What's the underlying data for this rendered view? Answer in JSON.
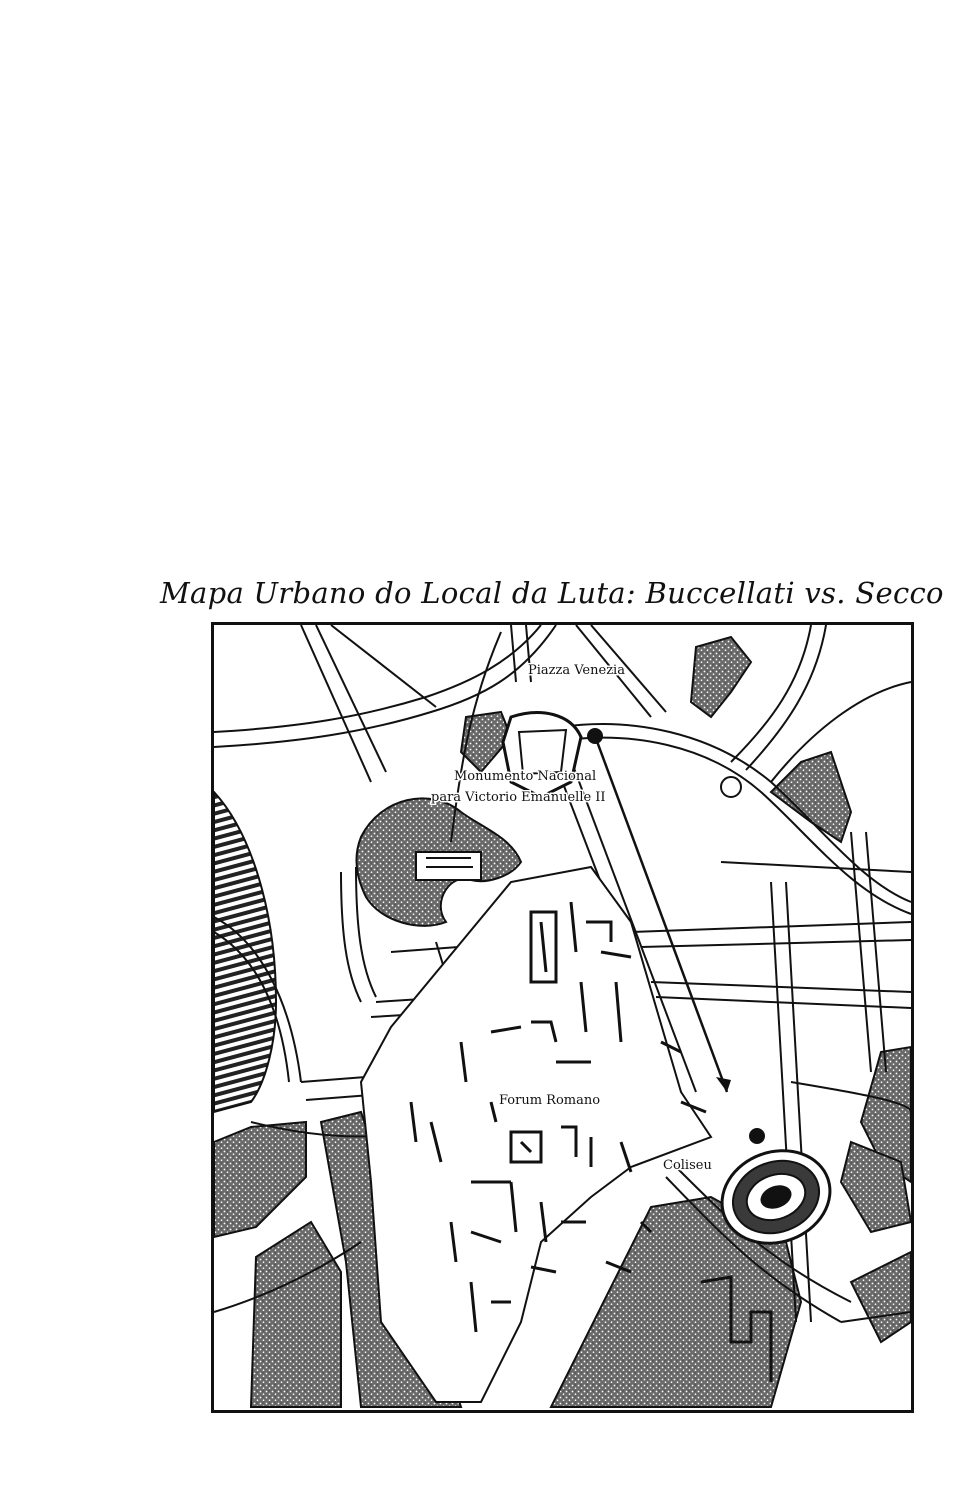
{
  "title": "Mapa Urbano do Local da Luta: Buccellati vs. Secco",
  "labels": {
    "piazza_venezia": "Piazza Venezia",
    "monumento_line1": "Monumento Nacional",
    "monumento_line2": "para Victorio Emanuelle II",
    "forum_romano": "Forum Romano",
    "coliseu": "Coliseu"
  },
  "colors": {
    "ink": "#111111",
    "paper": "#ffffff",
    "park": "#555555"
  }
}
